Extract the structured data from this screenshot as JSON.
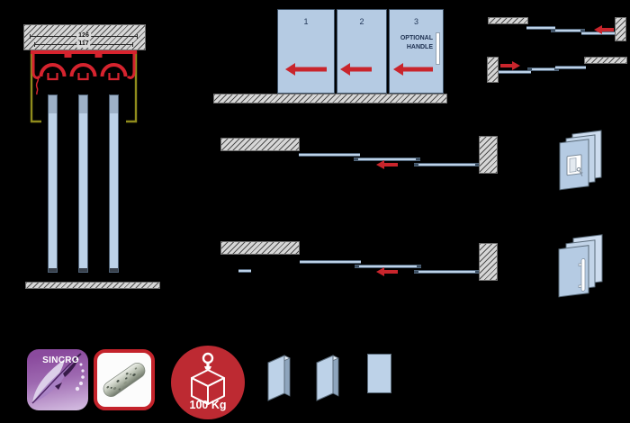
{
  "cross_section": {
    "dim_outer": "126",
    "dim_inner": "117"
  },
  "elevation": {
    "panels": [
      {
        "label": "1"
      },
      {
        "label": "2"
      },
      {
        "label": "3"
      }
    ],
    "optional_handle": [
      "OPTIONAL",
      "HANDLE"
    ]
  },
  "features": {
    "sincro": "SINCRO",
    "max_weight": "100 Kg"
  },
  "colors": {
    "background": "#000000",
    "glass_blue": "#bdd2e8",
    "elevation_blue": "#b5cbe3",
    "glass_border": "#4f6175",
    "arrow_red": "#c9252c",
    "profile_red": "#d6232e",
    "bracket_olive": "#8f8b1c",
    "hatch_gray": "#d6d6d6",
    "label_navy": "#1d3050",
    "sincro_purple": "#8a4a9d",
    "badge_red": "#bd2a32"
  },
  "icons": {
    "feather": "feather-icon",
    "steel_roller": "steel-roller-icon",
    "weight_cube": "hanging-cube-icon",
    "lock_detail": "flush-lock-icon",
    "handle_detail": "pull-handle-icon",
    "direction_left": "left-arrow-icon",
    "direction_right": "right-arrow-icon"
  }
}
